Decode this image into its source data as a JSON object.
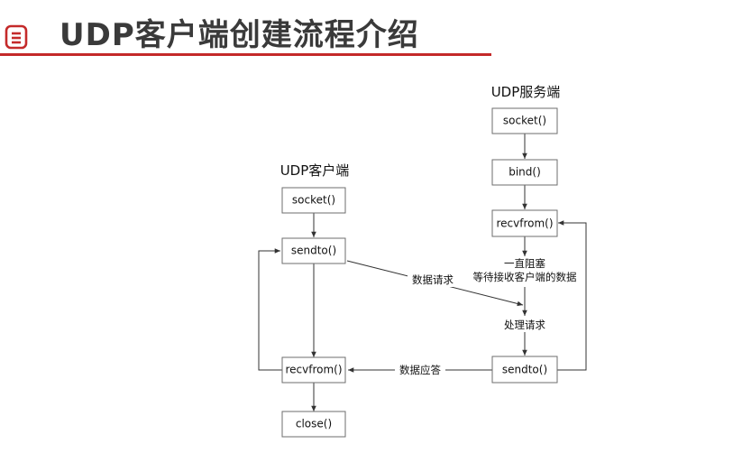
{
  "header": {
    "title": "UDP客户端创建流程介绍",
    "icon": "document-list-icon",
    "accent_color": "#c42a2a"
  },
  "client": {
    "heading": "UDP客户端",
    "socket": "socket()",
    "sendto": "sendto()",
    "recvfrom": "recvfrom()",
    "close": "close()"
  },
  "server": {
    "heading": "UDP服务端",
    "socket": "socket()",
    "bind": "bind()",
    "recvfrom": "recvfrom()",
    "sendto": "sendto()"
  },
  "labels": {
    "block_line1": "一直阻塞",
    "block_line2": "等待接收客户端的数据",
    "request": "数据请求",
    "process": "处理请求",
    "response": "数据应答"
  }
}
